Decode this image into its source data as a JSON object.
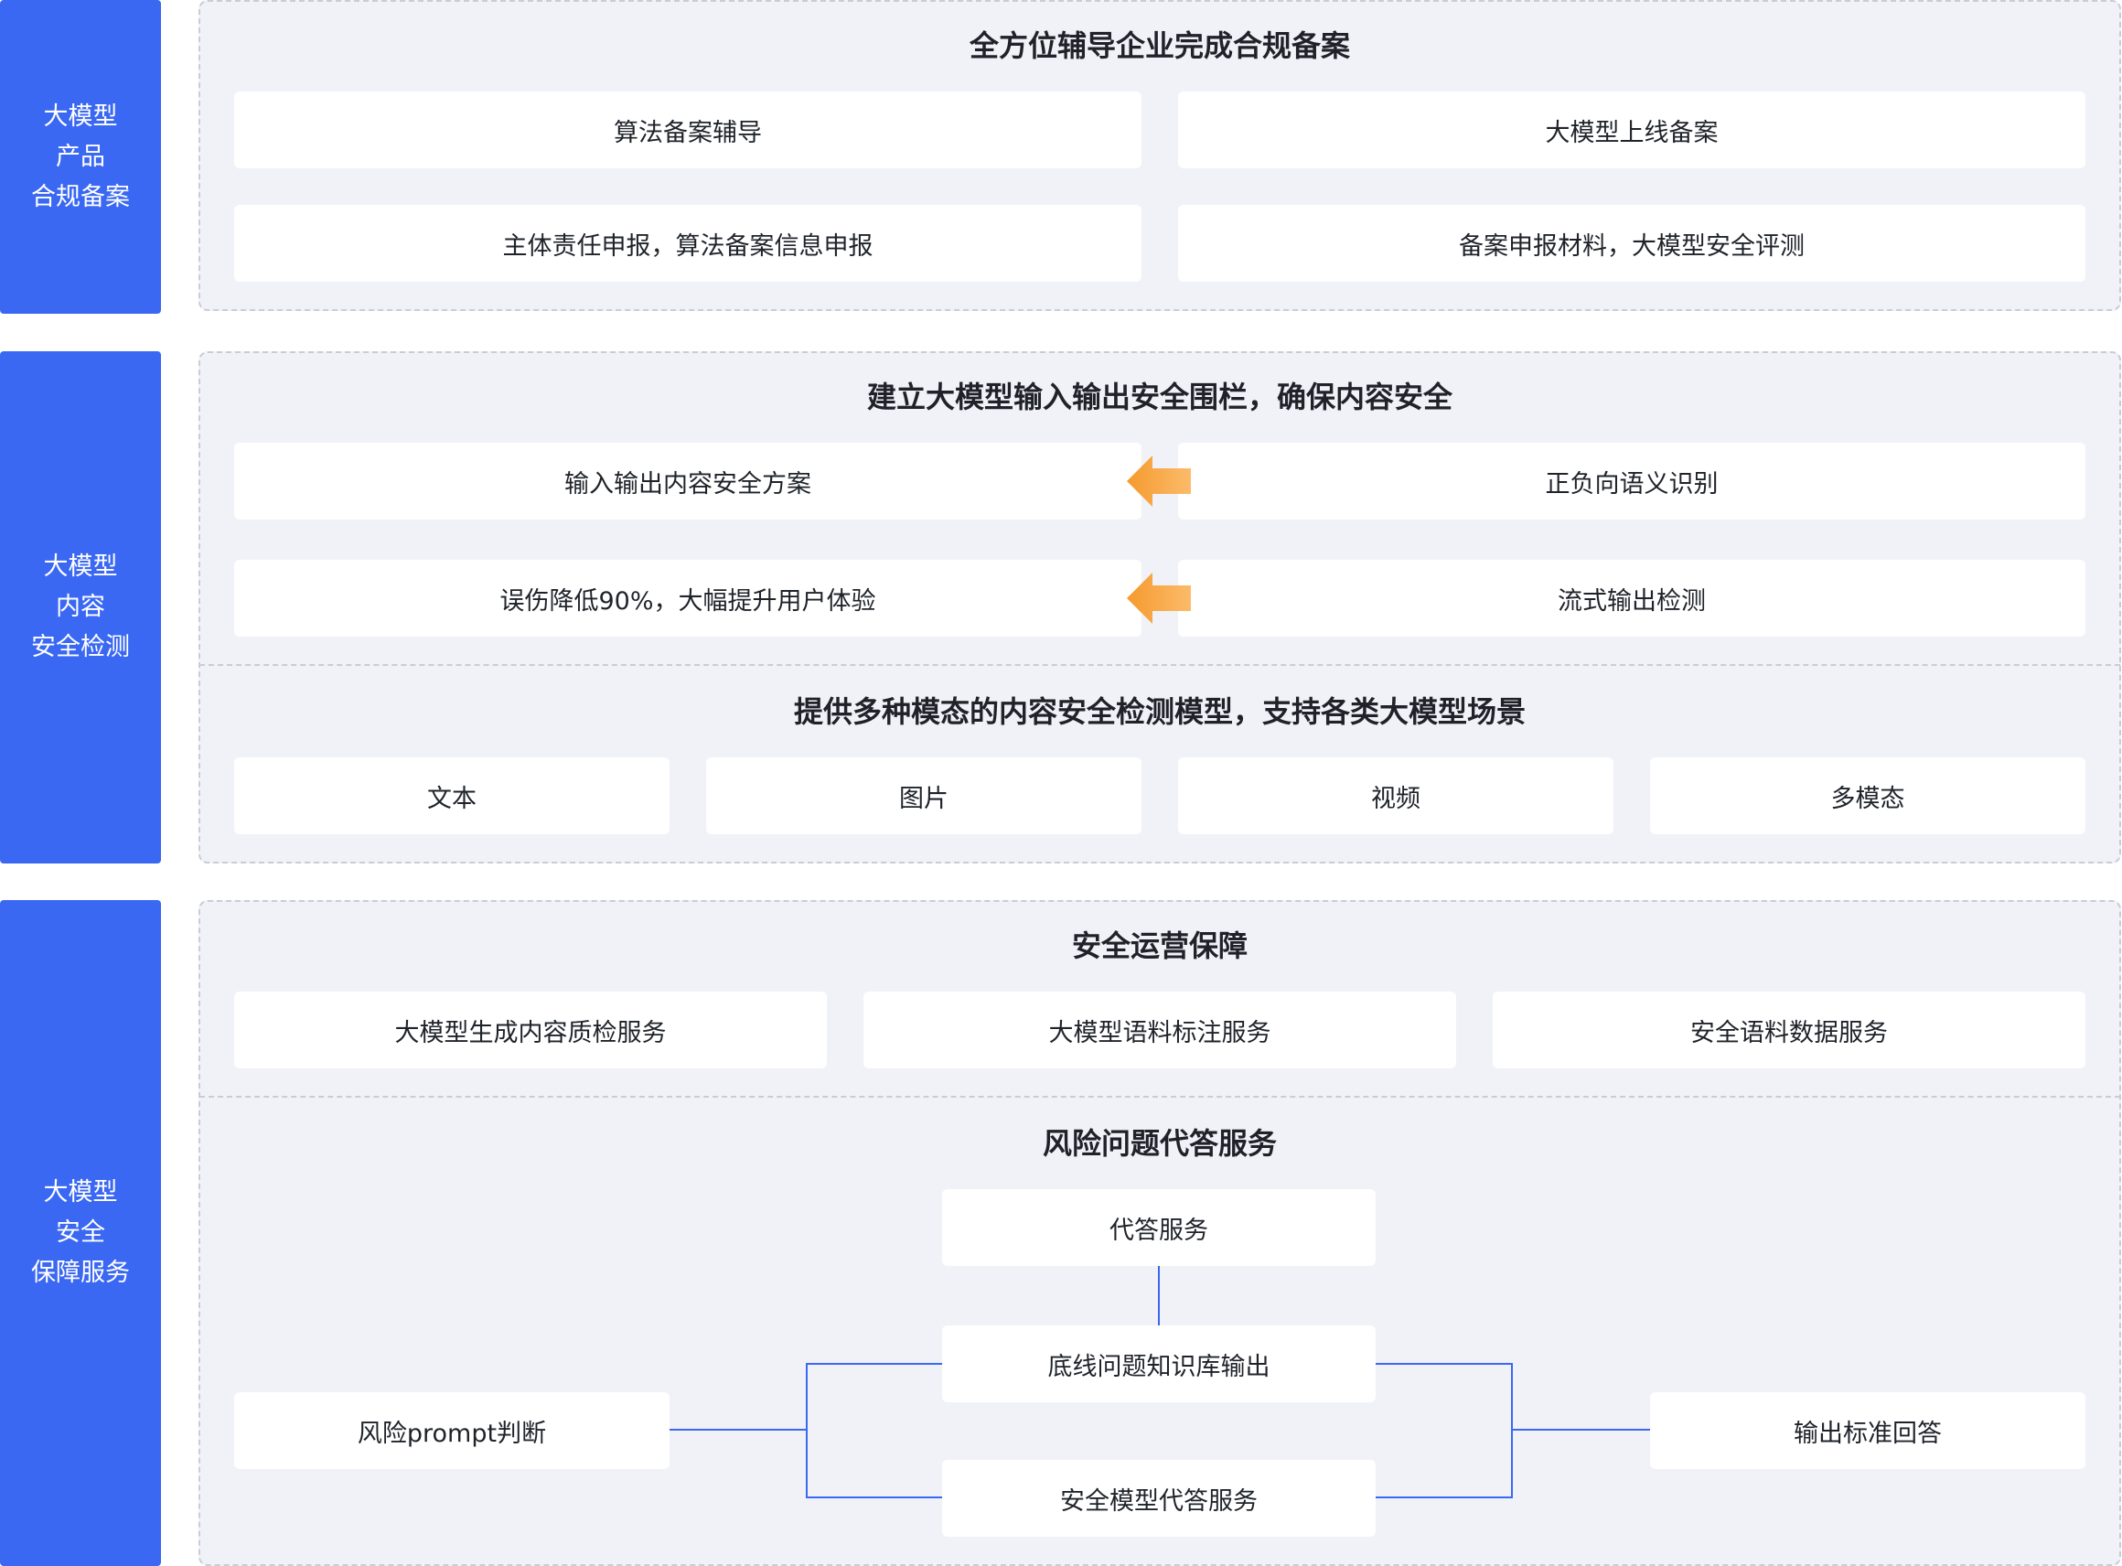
{
  "sections": [
    {
      "side_lines": [
        "大模型",
        "产品",
        "合规备案"
      ],
      "heading": "全方位辅导企业完成合规备案",
      "items": [
        "算法备案辅导",
        "大模型上线备案",
        "主体责任申报，算法备案信息申报",
        "备案申报材料，大模型安全评测"
      ]
    },
    {
      "side_lines": [
        "大模型",
        "内容",
        "安全检测"
      ],
      "heading": "建立大模型输入输出安全围栏，确保内容安全",
      "left_items": [
        "输入输出内容安全方案",
        "误伤降低90%，大幅提升用户体验"
      ],
      "right_items": [
        "正负向语义识别",
        "流式输出检测"
      ],
      "arrow_color": "#f7a23c",
      "sub_heading": "提供多种模态的内容安全检测模型，支持各类大模型场景",
      "modalities": [
        "文本",
        "图片",
        "视频",
        "多模态"
      ]
    },
    {
      "side_lines": [
        "大模型",
        "安全",
        "保障服务"
      ],
      "heading": "安全运营保障",
      "services": [
        "大模型生成内容质检服务",
        "大模型语料标注服务",
        "安全语料数据服务"
      ],
      "sub_heading": "风险问题代答服务",
      "flow": {
        "input": "风险prompt判断",
        "top": "代答服务",
        "middle": "底线问题知识库输出",
        "bottom": "安全模型代答服务",
        "output": "输出标准回答"
      },
      "line_color": "#3a68f2"
    }
  ],
  "colors": {
    "side_bg": "#3a68f2",
    "panel_bg": "#f1f2f8",
    "box_bg": "#ffffff"
  }
}
